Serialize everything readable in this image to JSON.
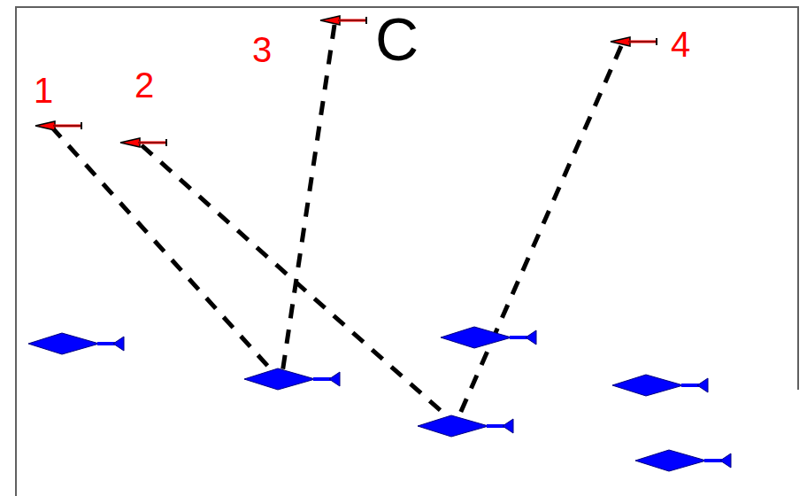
{
  "diagram": {
    "labels": [
      "1",
      "2",
      "3",
      "4",
      "C"
    ]
  }
}
